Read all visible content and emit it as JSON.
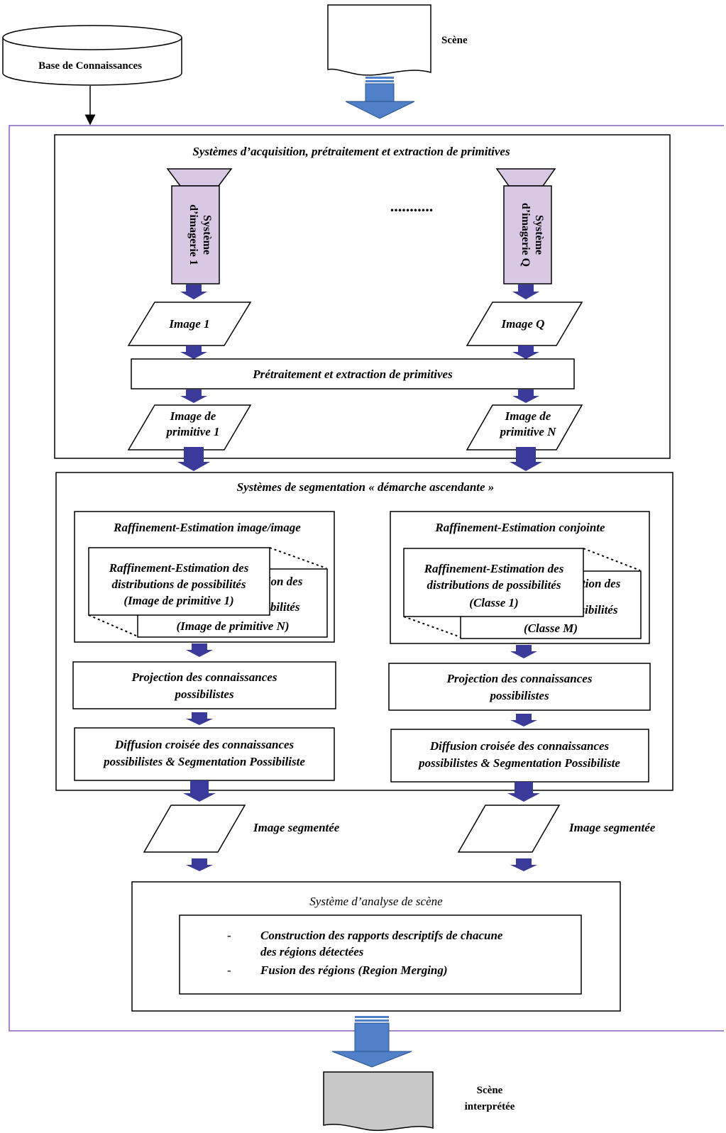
{
  "kb_label": "Base de Connaissances",
  "scene_label": "Scène",
  "acquisition": {
    "title": "Systèmes d’acquisition, prétraitement et extraction de primitives",
    "camera1": [
      "Système",
      "d’imagerie 1"
    ],
    "cameraQ": [
      "Système",
      "d’imagerie Q"
    ],
    "dots": "...........",
    "image1": "Image 1",
    "imageQ": "Image Q",
    "preproc": "Prétraitement et extraction de primitives",
    "prim1": [
      "Image de",
      "primitive 1"
    ],
    "primN": [
      "Image de",
      "primitive N"
    ]
  },
  "segmentation": {
    "title": "Systèmes de segmentation « démarche ascendante »",
    "left": {
      "title": "Raffinement-Estimation image/image",
      "front": [
        "Raffinement-Estimation des",
        "distributions de possibilités",
        "(Image de primitive 1)"
      ],
      "back": [
        "Raffinement-Estimation des",
        "distributions de possibilités",
        "(Image de primitive N)"
      ],
      "projection": [
        "Projection des connaissances",
        "possibilistes"
      ],
      "diffusion": [
        "Diffusion croisée des connaissances",
        "possibilistes & Segmentation Possibiliste"
      ]
    },
    "right": {
      "title": "Raffinement-Estimation conjointe",
      "front": [
        "Raffinement-Estimation des",
        "distributions de possibilités",
        "(Classe 1)"
      ],
      "back": [
        "Raffinement-Estimation des",
        "distributions de possibilités",
        "(Classe M)"
      ],
      "projection": [
        "Projection des connaissances",
        "possibilistes"
      ],
      "diffusion": [
        "Diffusion croisée des connaissances",
        "possibilistes & Segmentation Possibiliste"
      ]
    }
  },
  "segmented_left": "Image segmentée",
  "segmented_right": "Image segmentée",
  "analysis": {
    "title": "Système d’analyse de scène",
    "bullet": "-",
    "item1": [
      "Construction des rapports descriptifs de chacune",
      "des régions détectées"
    ],
    "item2": "Fusion des régions (Region Merging)"
  },
  "scene_out": [
    "Scène",
    "interprétée"
  ],
  "colors": {
    "frame": "#8060c0",
    "camera": "#d8c8e4",
    "arrow_small": "#3a3a9a",
    "arrow_big": "#4f80c8",
    "output_doc": "#c8c8c8"
  }
}
